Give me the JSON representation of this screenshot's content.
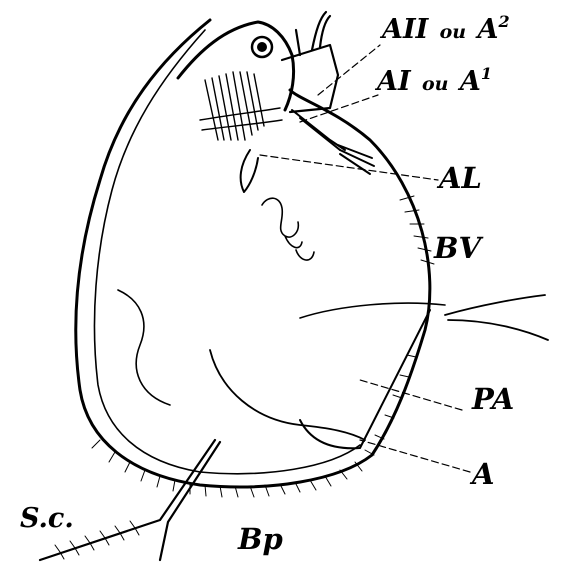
{
  "labels": {
    "aii": {
      "main": "AII",
      "ou": "ou",
      "alt": "A",
      "sup": "2"
    },
    "ai": {
      "main": "AI",
      "ou": "ou",
      "alt": "A",
      "sup": "1"
    },
    "al": "AL",
    "bv": "BV",
    "pa": "PA",
    "a": "A",
    "sc": "S.c.",
    "bp": "Bp"
  },
  "colors": {
    "ink": "#000000",
    "paper": "#ffffff"
  }
}
